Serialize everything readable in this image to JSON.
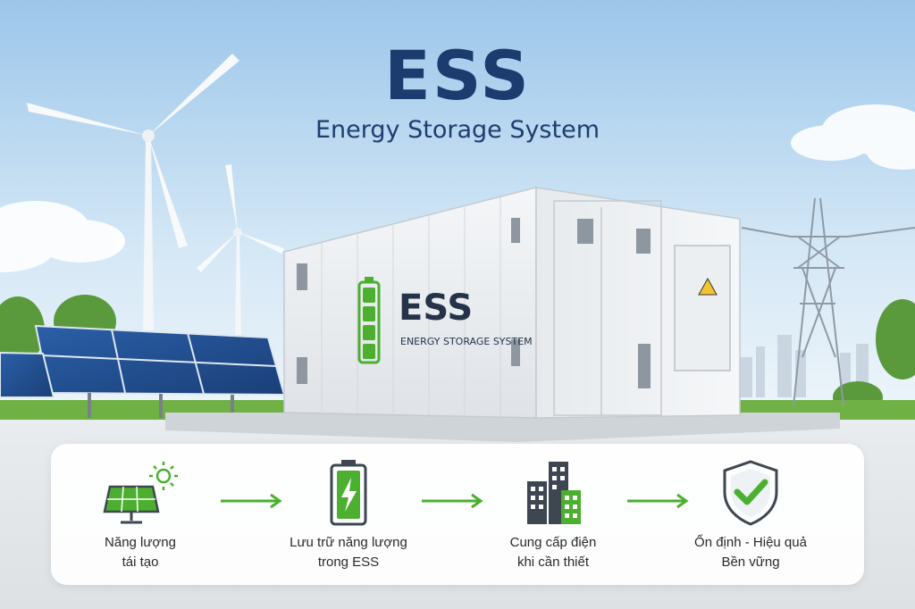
{
  "header": {
    "title": "ESS",
    "subtitle": "Energy Storage System"
  },
  "container": {
    "logo_text": "ESS",
    "logo_subtext": "ENERGY STORAGE SYSTEM"
  },
  "flow": {
    "steps": [
      {
        "line1": "Năng lượng",
        "line2": "tái tạo",
        "icon": "solar-panel-icon"
      },
      {
        "line1": "Lưu trữ năng lượng",
        "line2": "trong ESS",
        "icon": "battery-charging-icon"
      },
      {
        "line1": "Cung cấp điện",
        "line2": "khi cần thiết",
        "icon": "buildings-icon"
      },
      {
        "line1": "Ổn định - Hiệu quả",
        "line2": "Bền vững",
        "icon": "shield-check-icon"
      }
    ]
  },
  "colors": {
    "title": "#1c3b6e",
    "accent_green": "#4caf2f",
    "icon_dark": "#3e4652"
  }
}
